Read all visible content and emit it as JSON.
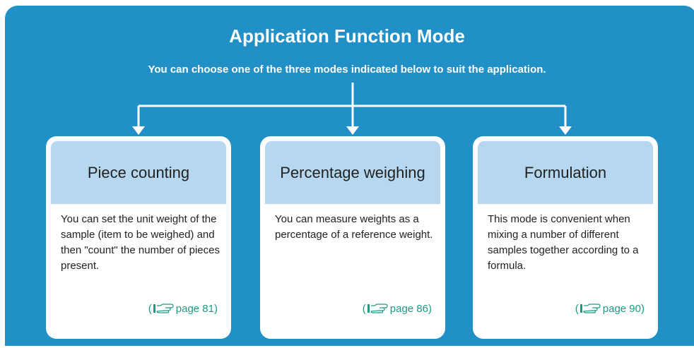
{
  "diagram": {
    "title": "Application Function Mode",
    "subtitle": "You can choose one of the three modes indicated below to suit the application.",
    "colors": {
      "panel": "#2190c6",
      "card_header": "#b5d8f0",
      "link_text": "#1a9b82"
    },
    "modes": [
      {
        "name": "Piece counting",
        "description": "You can set the unit weight of the sample (item to be weighed) and then \"count\" the number of pieces present.",
        "reference": "page 81",
        "ref_icon": "pointing-hand-icon"
      },
      {
        "name": "Percentage weighing",
        "description": "You can measure weights as a percentage of a reference weight.",
        "reference": "page 86",
        "ref_icon": "pointing-hand-icon"
      },
      {
        "name": "Formulation",
        "description": "This mode is convenient when mixing a number of different samples together according to a formula.",
        "reference": "page 90",
        "ref_icon": "pointing-hand-icon"
      }
    ]
  }
}
